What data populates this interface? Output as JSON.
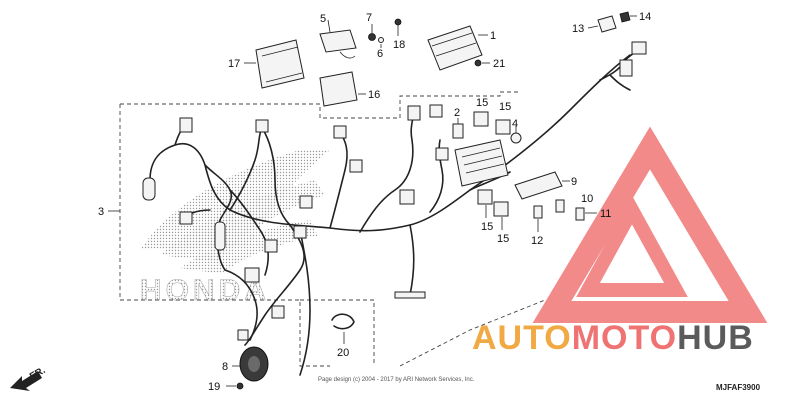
{
  "watermark": {
    "brand_left": "AUTO",
    "brand_mid": "MOTO",
    "brand_right": "HUB",
    "accent_color": "#f0a030",
    "triangle_color": "#ef6464",
    "dark_color": "#4a4a4a"
  },
  "honda_logo_text": "HONDA",
  "diagram_code": "MJFAF3900",
  "copyright": "Page design (c) 2004 - 2017 by ARI Network Services, Inc.",
  "direction_label": "FR.",
  "callouts": {
    "c1": "1",
    "c2": "2",
    "c3": "3",
    "c4": "4",
    "c5": "5",
    "c6": "6",
    "c7": "7",
    "c8": "8",
    "c9": "9",
    "c10": "10",
    "c11": "11",
    "c12": "12",
    "c13": "13",
    "c14": "14",
    "c15a": "15",
    "c15b": "15",
    "c15c": "15",
    "c15d": "15",
    "c16": "16",
    "c17": "17",
    "c18": "18",
    "c19": "19",
    "c20": "20",
    "c21": "21"
  }
}
